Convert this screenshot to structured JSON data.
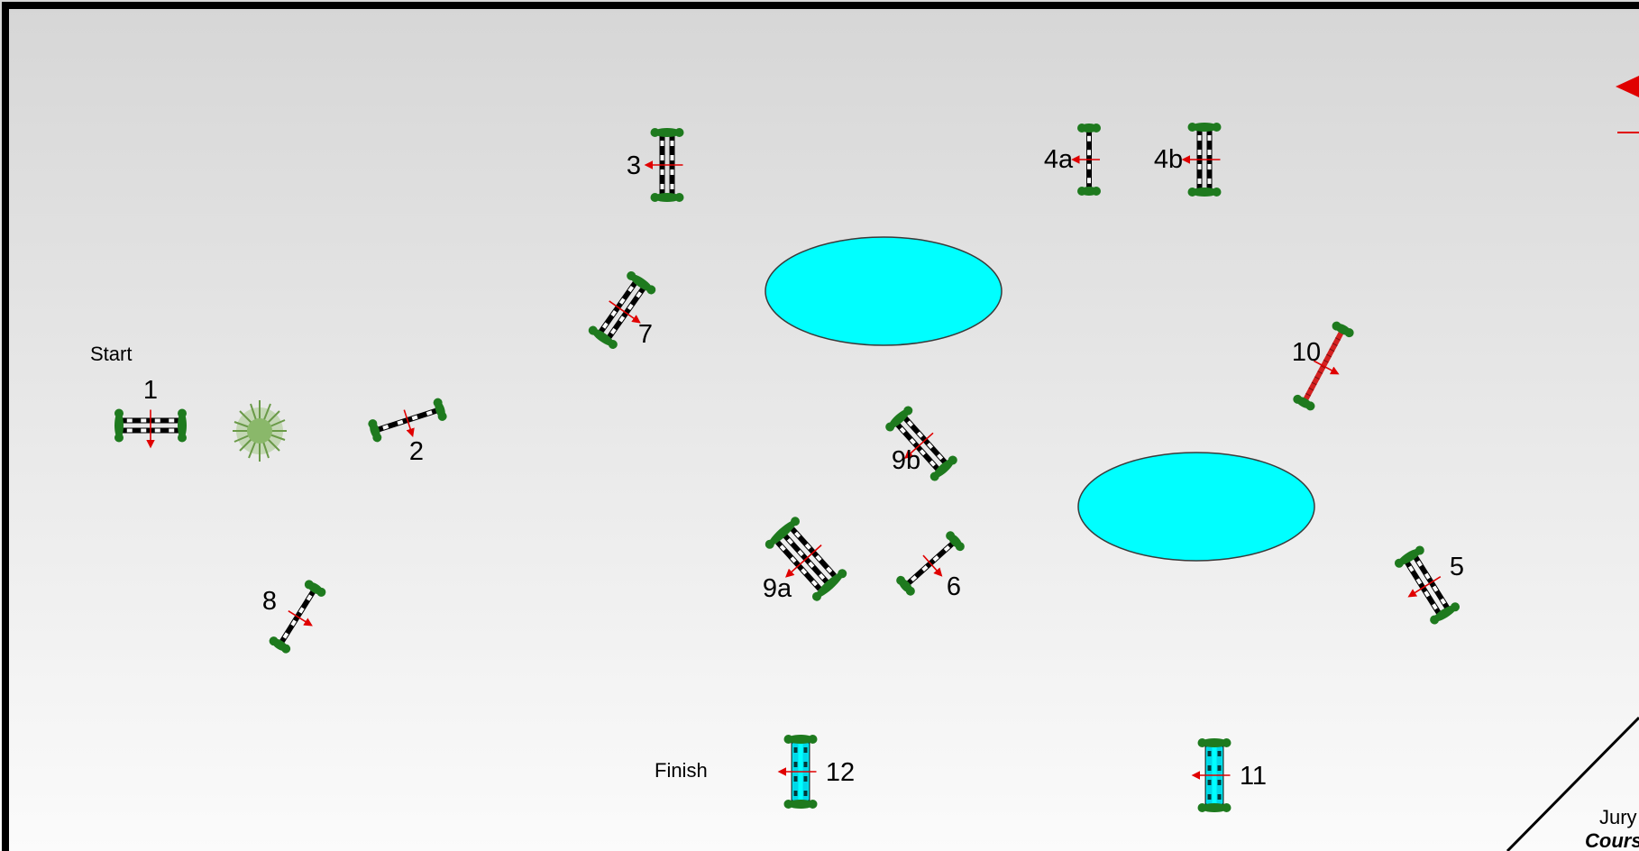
{
  "course": {
    "start_label": "Start",
    "finish_label": "Finish",
    "jury_label": "Jury",
    "course_label": "Cours"
  },
  "jumps": [
    {
      "id": "j1",
      "label": "1",
      "type": "oxer",
      "rails": "black"
    },
    {
      "id": "j2",
      "label": "2",
      "type": "vertical",
      "rails": "black"
    },
    {
      "id": "j3",
      "label": "3",
      "type": "oxer",
      "rails": "black"
    },
    {
      "id": "j4a",
      "label": "4a",
      "type": "vertical",
      "rails": "black"
    },
    {
      "id": "j4b",
      "label": "4b",
      "type": "oxer",
      "rails": "black"
    },
    {
      "id": "j5",
      "label": "5",
      "type": "oxer",
      "rails": "black"
    },
    {
      "id": "j6",
      "label": "6",
      "type": "vertical",
      "rails": "black"
    },
    {
      "id": "j7",
      "label": "7",
      "type": "oxer",
      "rails": "black"
    },
    {
      "id": "j8",
      "label": "8",
      "type": "vertical",
      "rails": "black"
    },
    {
      "id": "j9a",
      "label": "9a",
      "type": "triple-bar",
      "rails": "black"
    },
    {
      "id": "j9b",
      "label": "9b",
      "type": "oxer",
      "rails": "black"
    },
    {
      "id": "j10",
      "label": "10",
      "type": "vertical",
      "rails": "red"
    },
    {
      "id": "j11",
      "label": "11",
      "type": "oxer",
      "rails": "cyan"
    },
    {
      "id": "j12",
      "label": "12",
      "type": "oxer",
      "rails": "cyan"
    }
  ],
  "colors": {
    "water": "#00FFFF",
    "standard": "#1E7A1E",
    "arrow": "#E00000",
    "rail_red": "#D42020",
    "border": "#000000"
  },
  "icons": {
    "shrub": "shrub-icon",
    "compass": "direction-arrow-icon"
  }
}
